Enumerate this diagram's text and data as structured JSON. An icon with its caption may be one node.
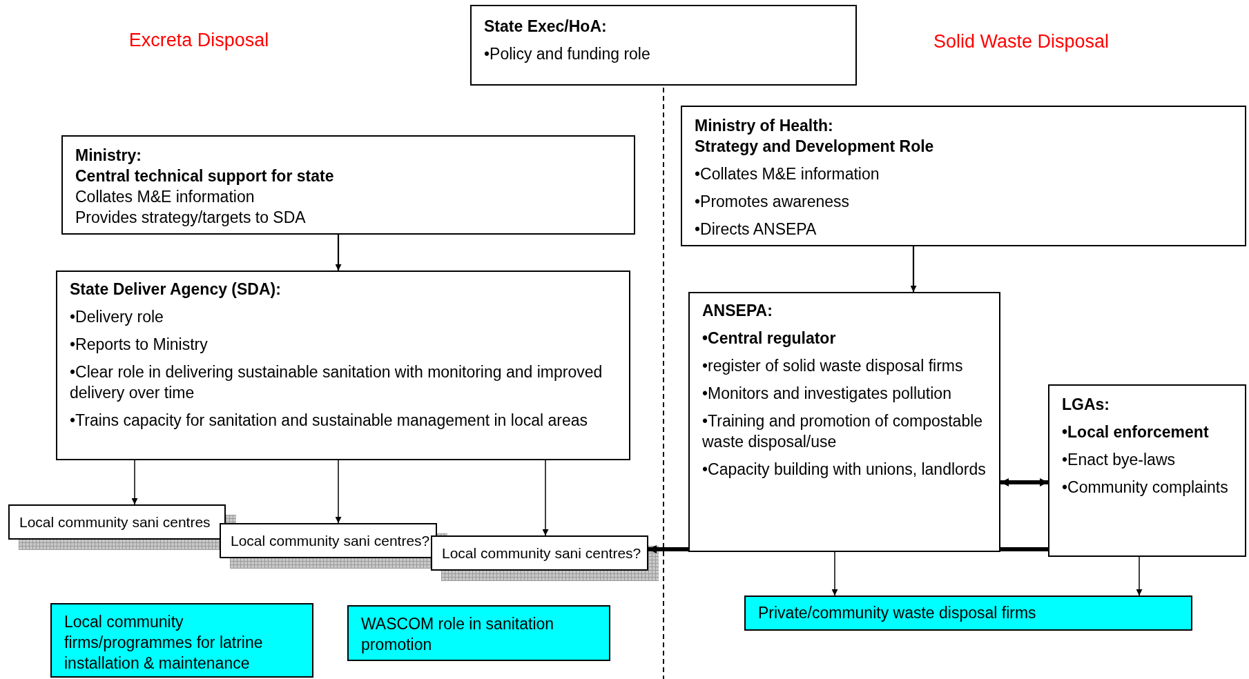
{
  "diagram": {
    "nodes": [
      {
        "text": [
          "State Exec/HoA:",
          "•Policy and funding role"
        ]
      },
      {
        "text": [
          "Ministry:",
          "Central technical support for state",
          "Collates M&E information",
          "Provides strategy/targets to SDA"
        ]
      },
      {
        "text": [
          "State Deliver Agency (SDA):",
          "•Delivery role",
          "•Reports to Ministry",
          "•Clear role in delivering sustainable sanitation with monitoring and improved delivery over time",
          "•Trains capacity for sanitation and sustainable management in local areas"
        ]
      },
      {
        "text": [
          "Local community sani centres"
        ]
      },
      {
        "text": [
          "Local community sani centres?"
        ]
      },
      {
        "text": [
          "Local community sani centres?"
        ]
      },
      {
        "text": [
          "Local community firms/programmes for latrine installation & maintenance"
        ]
      },
      {
        "text": [
          "WASCOM role in sanitation promotion"
        ]
      },
      {
        "text": [
          "Ministry of Health:",
          "Strategy and Development Role",
          "•Collates M&E information",
          "•Promotes awareness",
          "•Directs ANSEPA"
        ]
      },
      {
        "text": [
          "ANSEPA:",
          "•Central regulator",
          "•register of solid waste disposal firms",
          "•Monitors and investigates pollution",
          "•Training and promotion of compostable waste disposal/use",
          "•Capacity building with unions, landlords"
        ]
      },
      {
        "text": [
          "LGAs:",
          "•Local enforcement",
          "•Enact bye-laws",
          "•Community complaints"
        ]
      },
      {
        "text": [
          "Private/community waste disposal firms"
        ]
      }
    ],
    "edges": [
      {
        "from": 1,
        "to": 2,
        "arrow": "to"
      },
      {
        "from": 2,
        "to": 3,
        "arrow": "to"
      },
      {
        "from": 2,
        "to": 4,
        "arrow": "to"
      },
      {
        "from": 2,
        "to": 5,
        "arrow": "to"
      },
      {
        "from": 8,
        "to": 9,
        "arrow": "to"
      },
      {
        "from": 9,
        "to": 5,
        "arrow": "to",
        "style": "thick"
      },
      {
        "from": 9,
        "to": 10,
        "arrow": "both",
        "style": "thick"
      },
      {
        "from": 10,
        "to": 9,
        "arrow": "none",
        "style": "thick"
      },
      {
        "from": 9,
        "to": 11,
        "arrow": "to"
      },
      {
        "from": 10,
        "to": 11,
        "arrow": "to"
      }
    ],
    "labels": [
      "Excreta Disposal",
      "Solid Waste Disposal"
    ]
  }
}
